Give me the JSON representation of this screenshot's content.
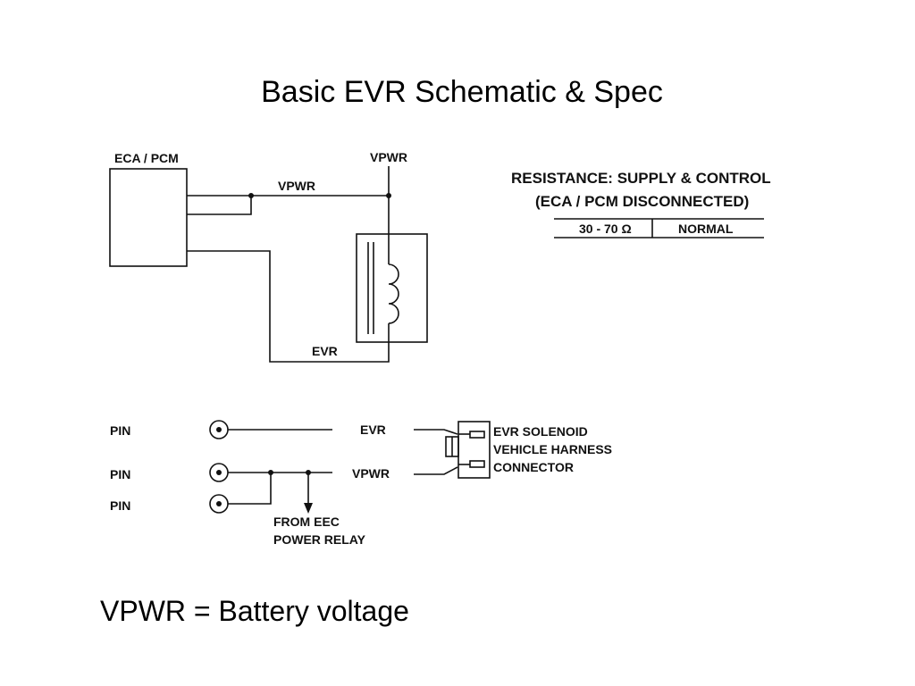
{
  "slide": {
    "title": "Basic EVR Schematic & Spec",
    "footer": "VPWR = Battery voltage"
  },
  "schematic": {
    "module_label": "ECA / PCM",
    "supply_top_label": "VPWR",
    "supply_wire_label": "VPWR",
    "control_wire_label": "EVR",
    "solenoid_icon": "coil-solenoid-icon"
  },
  "spec": {
    "heading_line1": "RESISTANCE: SUPPLY & CONTROL",
    "heading_line2": "(ECA / PCM DISCONNECTED)",
    "value": "30 - 70 Ω",
    "result": "NORMAL"
  },
  "connector": {
    "pin1_label": "PIN",
    "pin2_label": "PIN",
    "pin3_label": "PIN",
    "evr_label": "EVR",
    "vpwr_label": "VPWR",
    "source_line1": "FROM EEC",
    "source_line2": "POWER RELAY",
    "desc_line1": "EVR SOLENOID",
    "desc_line2": "VEHICLE HARNESS",
    "desc_line3": "CONNECTOR"
  }
}
